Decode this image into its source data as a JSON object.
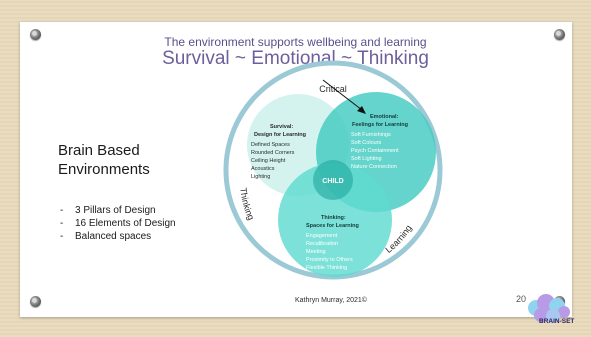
{
  "slide": {
    "title_line1": "The environment supports wellbeing and learning",
    "title_line2": "Survival ~ Emotional ~ Thinking",
    "heading": "Brain Based Environments",
    "bullets": [
      "3 Pillars of Design",
      "16 Elements of Design",
      "Balanced spaces"
    ],
    "credit": "Kathryn Murray, 2021©",
    "page_number": "20"
  },
  "diagram": {
    "ring_labels": {
      "top": "Critical",
      "left": "Thinking",
      "right": "Learning"
    },
    "center_label": "CHILD",
    "survival": {
      "title_line1": "Survival:",
      "title_line2": "Design for Learning",
      "items": [
        "Defined Spaces",
        "Rounded Corners",
        "Ceiling Height",
        "Acoustics",
        "Lighting"
      ]
    },
    "emotional": {
      "title_line1": "Emotional:",
      "title_line2": "Feelings for Learning",
      "items": [
        "Soft Furnishings",
        "Soft Colours",
        "Psych Containment",
        "Soft Lighting",
        "Nature Connection"
      ]
    },
    "thinking": {
      "title_line1": "Thinking:",
      "title_line2": "Spaces for Learning",
      "items": [
        "Engagement",
        "Recalibration",
        "Meeting",
        "Proximity to Others",
        "Flexible Thinking"
      ]
    },
    "colors": {
      "ring": "#9cc9d6",
      "survival": "#d2f2ee",
      "emotional": "#42cbc1",
      "thinking": "#5fdad0",
      "center": "#1fa79c"
    }
  },
  "logo": {
    "text": "BRAIN-SET"
  }
}
